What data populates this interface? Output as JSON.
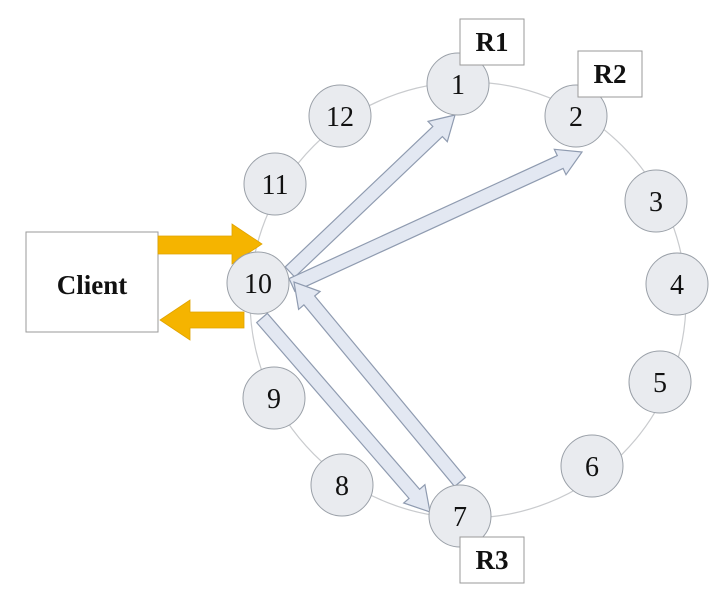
{
  "client": {
    "label": "Client"
  },
  "nodes": [
    {
      "id": 1,
      "label": "1"
    },
    {
      "id": 2,
      "label": "2"
    },
    {
      "id": 3,
      "label": "3"
    },
    {
      "id": 4,
      "label": "4"
    },
    {
      "id": 5,
      "label": "5"
    },
    {
      "id": 6,
      "label": "6"
    },
    {
      "id": 7,
      "label": "7"
    },
    {
      "id": 8,
      "label": "8"
    },
    {
      "id": 9,
      "label": "9"
    },
    {
      "id": 10,
      "label": "10"
    },
    {
      "id": 11,
      "label": "11"
    },
    {
      "id": 12,
      "label": "12"
    }
  ],
  "replicas": [
    {
      "label": "R1",
      "node": 1
    },
    {
      "label": "R2",
      "node": 2
    },
    {
      "label": "R3",
      "node": 7
    }
  ],
  "colors": {
    "client_arrows": "#f5b400",
    "request_arrows": "#e3e8f2",
    "node_fill": "#e9ebef"
  }
}
